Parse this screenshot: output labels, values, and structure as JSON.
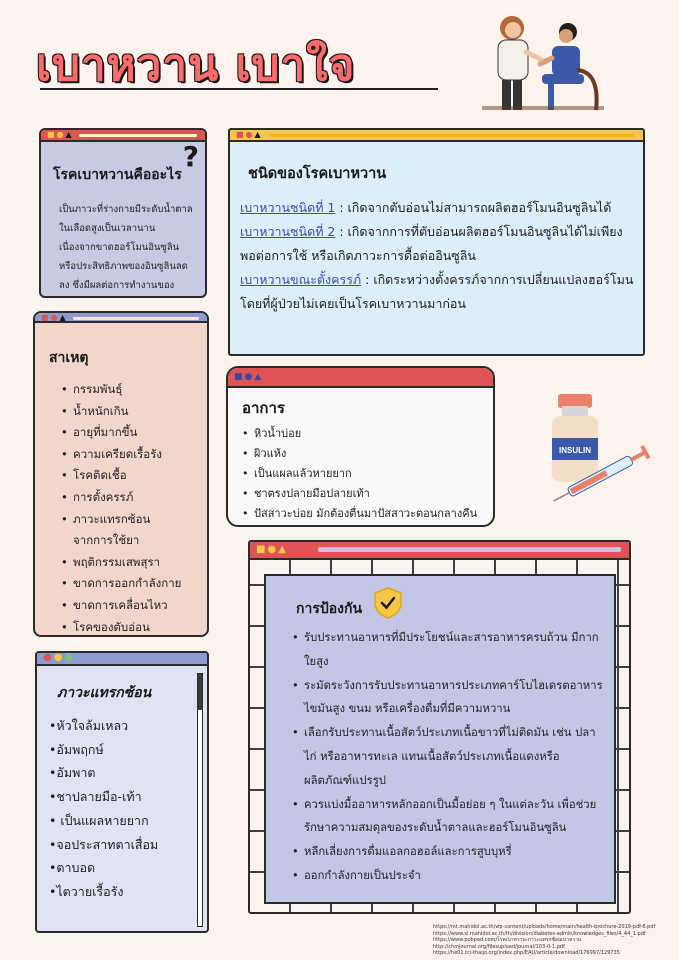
{
  "title": "เบาหวาน เบาใจ",
  "what": {
    "heading": "โรคเบาหวานคืออะไร",
    "body": "เป็นภาวะที่ร่างกายมีระดับน้ำตาลในเลือดสูงเป็นเวลานาน เนื่องจากขาดฮอร์โมนอินซูลิน หรือประสิทธิภาพของอินซูลินลดลง ซึ่งมีผลต่อการทำงานของระบบต่างๆในร่างกาย"
  },
  "types": {
    "heading": "ชนิดของโรคเบาหวาน",
    "items": [
      {
        "label": "เบาหวานชนิดที่ 1",
        "text": " : เกิดจากตับอ่อนไม่สามารถผลิตฮอร์โมนอินซูลินได้"
      },
      {
        "label": "เบาหวานชนิดที่ 2",
        "text": " : เกิดจากการที่ตับอ่อนผลิตฮอร์โมนอินซูลินได้ไม่เพียงพอต่อการใช้ หรือเกิดภาวะการดื้อต่ออินซูลิน"
      },
      {
        "label": "เบาหวานขณะตั้งครรภ์",
        "text": " : เกิดระหว่างตั้งครรภ์จากการเปลี่ยนแปลงฮอร์โมน โดยที่ผู้ป่วยไม่เคยเป็นโรคเบาหวานมาก่อน"
      }
    ]
  },
  "causes": {
    "heading": "สาเหตุ",
    "items": [
      "กรรมพันธุ์",
      "น้ำหนักเกิน",
      "อายุที่มากขึ้น",
      "ความเครียดเรื้อรัง",
      "โรคติดเชื้อ",
      "การตั้งครรภ์",
      "ภาวะแทรกซ้อนจากการใช้ยา",
      "พฤติกรรมเสพสุรา",
      "ขาดการออกกำลังกาย",
      "ขาดการเคลื่อนไหว",
      "โรคของตับอ่อน"
    ]
  },
  "symptoms": {
    "heading": "อาการ",
    "items": [
      "หิวน้ำบ่อย",
      "ผิวแห้ง",
      "เป็นแผลแล้วหายยาก",
      "ชาตรงปลายมือปลายเท้า",
      "ปัสสาวะบ่อย มักต้องตื่นมาปัสสาวะตอนกลางคืน"
    ]
  },
  "complications": {
    "heading": "ภาวะแทรกซ้อน",
    "items": [
      "•หัวใจล้มเหลว",
      "•อัมพฤกษ์",
      "•อัมพาต",
      "•ชาปลายมือ-เท้า",
      "• เป็นแผลหายยาก",
      "•จอประสาทตาเสื่อม",
      "•ตาบอด",
      "•ไตวายเรื้อรัง"
    ]
  },
  "prevention": {
    "heading": "การป้องกัน",
    "items": [
      "รับประทานอาหารที่มีประโยชน์และสารอาหารครบถ้วน มีกากใยสูง",
      "ระมัดระวังการรับประทานอาหารประเภทคาร์โบไฮเดรตอาหารไขมันสูง ขนม หรือเครื่องดื่มที่มีความหวาน",
      "เลือกรับประทานเนื้อสัตว์ประเภทเนื้อขาวที่ไม่ติดมัน เช่น ปลา ไก่ หรืออาหารทะเล แทนเนื้อสัตว์ประเภทเนื้อแดงหรือผลิตภัณฑ์แปรรูป",
      "ควรแบ่งมื้ออาหารหลักออกเป็นมื้อย่อย ๆ ในแต่ละวัน เพื่อช่วยรักษาความสมดุลของระดับน้ำตาลและฮอร์โมนอินซูลิน",
      "หลีกเลี่ยงการดื่มแอลกอฮอล์และการสูบบุหรี่",
      "ออกกำลังกายเป็นประจำ"
    ]
  },
  "insulin_label": "INSULIN",
  "references": [
    "https://mt.mahidol.ac.th/wp-content/uploads/home/main/health-brochure-2019-pdf-6.pdf",
    "https://www.si.mahidol.ac.th/th/division/diabetes-admin/knowledges_files/4_44_1.pdf",
    "https://www.pobpad.com/โรคเบาหวาน-ภาวะแทรกซ้อนเบาหวาน",
    "http://chmjournal.org/filesupload/journal/103-0-1.pdf",
    "https://he01.tci-thaijo.org/index.php/EAU/article/download/176997/129735"
  ],
  "colors": {
    "title": "#ff6b6b",
    "red_bar": "#e05353",
    "yellow_bar": "#f6c744",
    "link": "#3d4fa8"
  }
}
